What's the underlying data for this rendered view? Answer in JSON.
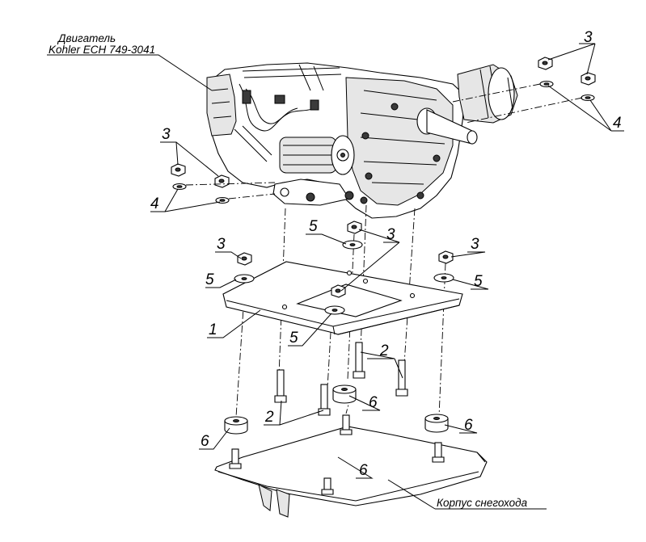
{
  "labels": {
    "engine_line1": "Двигатель",
    "engine_line2": "Kohler ECH 749-3041",
    "body": "Корпус снегохода",
    "n1": "1",
    "n2": "2",
    "n3": "3",
    "n4": "4",
    "n5": "5",
    "n6": "6"
  }
}
